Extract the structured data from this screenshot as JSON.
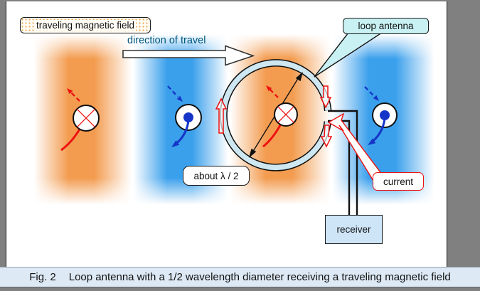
{
  "labels": {
    "traveling_field": "traveling magnetic field",
    "direction_of_travel": "direction of travel",
    "loop_antenna": "loop antenna",
    "diameter": "about λ / 2",
    "current": "current",
    "receiver": "receiver"
  },
  "caption": {
    "fig": "Fig. 2",
    "text": "Loop antenna with a 1/2 wavelength diameter receiving a traveling magnetic field"
  },
  "field_bands": [
    "orange",
    "blue",
    "orange",
    "blue"
  ],
  "symbols": {
    "into_page": "circle with X (field into page)",
    "out_of_page": "circle with dot (field out of page)"
  },
  "colors": {
    "field_orange": "#f39c50",
    "field_blue": "#3ba0ec",
    "ring_fill": "#cee7f0",
    "loop_label_bg": "#c9f1f3",
    "receiver_bg": "#cee5f8",
    "caption_bg": "#dde9f5",
    "direction_text": "#00587e",
    "arrow_red": "#ee1111",
    "arrow_blue": "#1535c8",
    "frame_gray": "#808080"
  }
}
